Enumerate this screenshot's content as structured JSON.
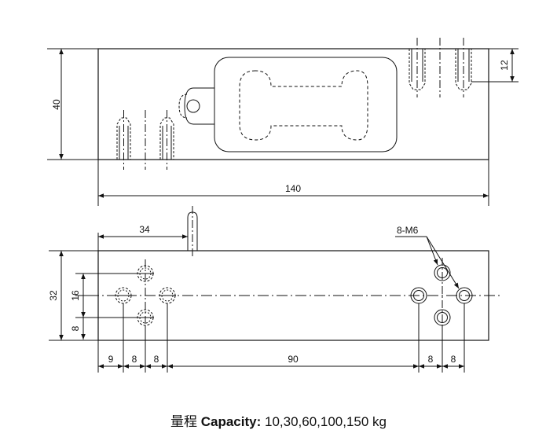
{
  "dimensions": {
    "height_40": "40",
    "thread_depth_12": "12",
    "length_140": "140",
    "offset_34": "34",
    "width_32": "32",
    "spacing_16": "16",
    "spacing_8_left": "8",
    "edge_9": "9",
    "step_8_a": "8",
    "step_8_b": "8",
    "span_90": "90",
    "step_8_c": "8",
    "step_8_d": "8"
  },
  "callouts": {
    "thread": "8-M6"
  },
  "caption": {
    "chinese": "量程",
    "label": "Capacity:",
    "values": "10,30,60,100,150 kg"
  }
}
